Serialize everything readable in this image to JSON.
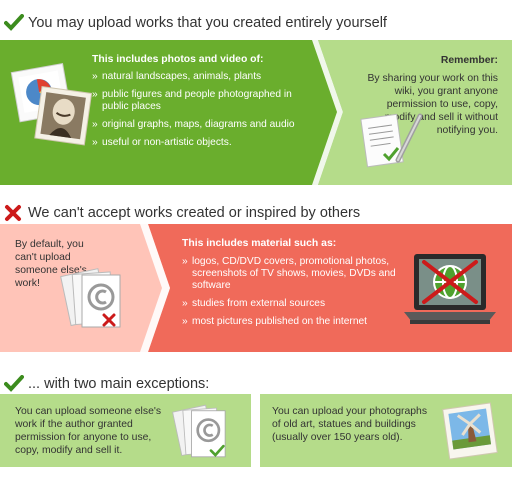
{
  "sections": {
    "allowed": {
      "heading": "You may upload works that you created entirely yourself",
      "includes_title": "This includes photos and video of:",
      "items": [
        "natural landscapes, animals, plants",
        "public figures and people photographed in public places",
        "original graphs, maps, diagrams and audio",
        "useful or non-artistic objects."
      ],
      "remember_title": "Remember:",
      "remember_text": "By sharing your work on this wiki, you grant anyone permission to use, copy, modify and sell it without notifying you."
    },
    "forbidden": {
      "heading": "We can't accept works created or inspired by others",
      "default_text": "By default, you can't upload someone else's work!",
      "includes_title": "This includes material such as:",
      "items": [
        "logos, CD/DVD covers, promotional photos, screenshots of TV shows, movies, DVDs and software",
        "studies from external sources",
        "most pictures published on the internet"
      ]
    },
    "exceptions": {
      "heading": "... with two main exceptions:",
      "left_text": "You can upload someone else's work if the author granted permission for anyone to use, copy, modify and sell it.",
      "right_text": "You can upload your photographs of old art, statues and buildings (usually over 150 years old)."
    }
  },
  "colors": {
    "green_dark": "#6aae2d",
    "green_light": "#b5dc8a",
    "red_dark": "#f06a5a",
    "red_light": "#ffc4b8",
    "check_green": "#3c8c1e",
    "cross_red": "#cc1a1a"
  },
  "icons": [
    "check-icon",
    "cross-icon",
    "photos-icon",
    "document-pen-icon",
    "copyright-documents-icon",
    "laptop-forbidden-icon",
    "windmill-photo-icon"
  ]
}
